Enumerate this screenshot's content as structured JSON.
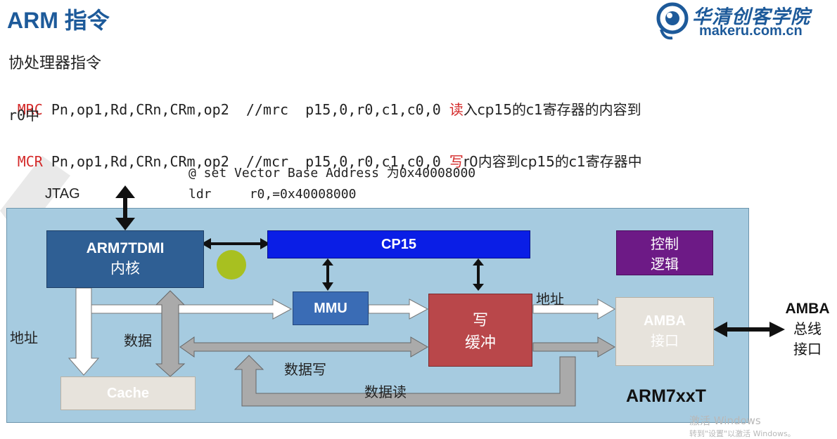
{
  "title": "ARM 指令",
  "logo": {
    "name_zh": "华清创客学院",
    "url": "makeru.com.cn"
  },
  "subtitle": "协处理器指令",
  "code_lines": {
    "mrc": {
      "mnemonic": "MRC",
      "args": " Pn,op1,Rd,CRn,CRm,op2  //mrc  p15,0,r0,c1,c0,0 ",
      "verb": "读",
      "rest": "入cp15的c1寄存器的内容到",
      "wrap": "r0中"
    },
    "mcr": {
      "mnemonic": "MCR",
      "args": " Pn,op1,Rd,CRn,CRm,op2  //mcr  p15,0,r0,c1,c0,0 ",
      "verb": "写",
      "rest": "r0内容到cp15的c1寄存器中"
    },
    "set_vector": "@ set Vector Base Address 为0x40008000",
    "ldr": "ldr     r0,=0x40008000"
  },
  "diagram": {
    "jtag": "JTAG",
    "core": {
      "line1": "ARM7TDMI",
      "line2": "内核"
    },
    "cp15": "CP15",
    "control": {
      "line1": "控制",
      "line2": "逻辑"
    },
    "mmu": "MMU",
    "write_buffer": {
      "line1": "写",
      "line2": "缓冲"
    },
    "amba_iface": {
      "line1": "AMBA",
      "line2": "接口"
    },
    "cache": "Cache",
    "label_addr_left": "地址",
    "label_data": "数据",
    "label_addr_right": "地址",
    "label_data_write": "数据写",
    "label_data_read": "数据读",
    "chip_name": "ARM7xxT",
    "amba_bus": {
      "line1": "AMBA",
      "line2": "总线",
      "line3": "接口"
    }
  },
  "watermark": {
    "line1": "激活 Windows",
    "line2": "转到\"设置\"以激活 Windows。"
  },
  "colors": {
    "title_blue": "#1d5a9a",
    "chip_bg": "#a6cbe0",
    "core_box": "#2f5f94",
    "cp15_box": "#0a1ee6",
    "control_box": "#6d1a86",
    "mmu_box": "#3a6cb5",
    "write_buffer_box": "#b9474a",
    "light_box": "#e7e3dc",
    "highlight_red": "#d42a2a",
    "green_dot": "#a8c020"
  }
}
